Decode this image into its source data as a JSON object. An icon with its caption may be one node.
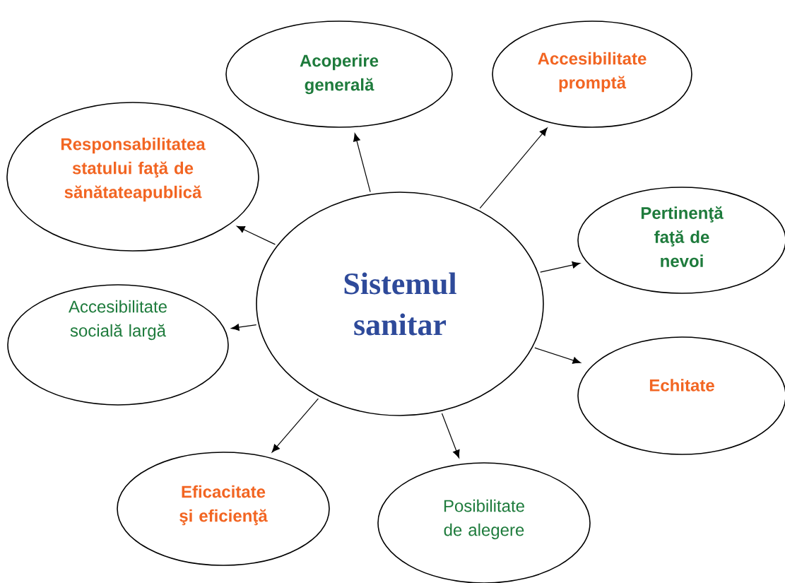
{
  "diagram": {
    "nodes": [
      {
        "text": [
          "Sistemul sanitar"
        ]
      },
      {
        "text": [
          "Acoperire generală"
        ]
      },
      {
        "text": [
          "Accesibilitate promptă"
        ]
      },
      {
        "text": [
          "Responsabilitatea statului faţă de sănătateapublică"
        ]
      },
      {
        "text": [
          "Pertinenţă faţă de nevoi"
        ]
      },
      {
        "text": [
          "Accesibilitate socială largă"
        ]
      },
      {
        "text": [
          "Echitate"
        ]
      },
      {
        "text": [
          "Eficacitate şi eficienţă"
        ]
      },
      {
        "text": [
          "Posibilitate de alegere"
        ]
      }
    ],
    "edges": [
      {
        "from": 0,
        "to": 1,
        "arrow": "to"
      },
      {
        "from": 0,
        "to": 2,
        "arrow": "to"
      },
      {
        "from": 0,
        "to": 3,
        "arrow": "to"
      },
      {
        "from": 0,
        "to": 4,
        "arrow": "to"
      },
      {
        "from": 0,
        "to": 5,
        "arrow": "to"
      },
      {
        "from": 0,
        "to": 6,
        "arrow": "to"
      },
      {
        "from": 0,
        "to": 7,
        "arrow": "to"
      },
      {
        "from": 0,
        "to": 8,
        "arrow": "to"
      }
    ]
  }
}
